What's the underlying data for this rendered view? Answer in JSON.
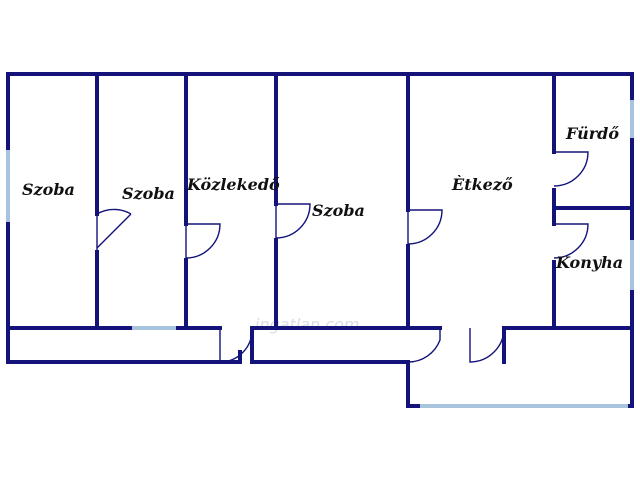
{
  "floorplan": {
    "rooms": [
      {
        "id": "szoba-1",
        "label": "Szoba"
      },
      {
        "id": "szoba-2",
        "label": "Szoba"
      },
      {
        "id": "kozlekedo",
        "label": "Közlekedő"
      },
      {
        "id": "szoba-3",
        "label": "Szoba"
      },
      {
        "id": "etkezo",
        "label": "Ètkező"
      },
      {
        "id": "furdo",
        "label": "Fürdő"
      },
      {
        "id": "konyha",
        "label": "Konyha"
      }
    ],
    "watermark": "ingatlan.com",
    "colors": {
      "wall": "#13137a",
      "window": "#a8c4dc",
      "background": "#ffffff"
    }
  }
}
